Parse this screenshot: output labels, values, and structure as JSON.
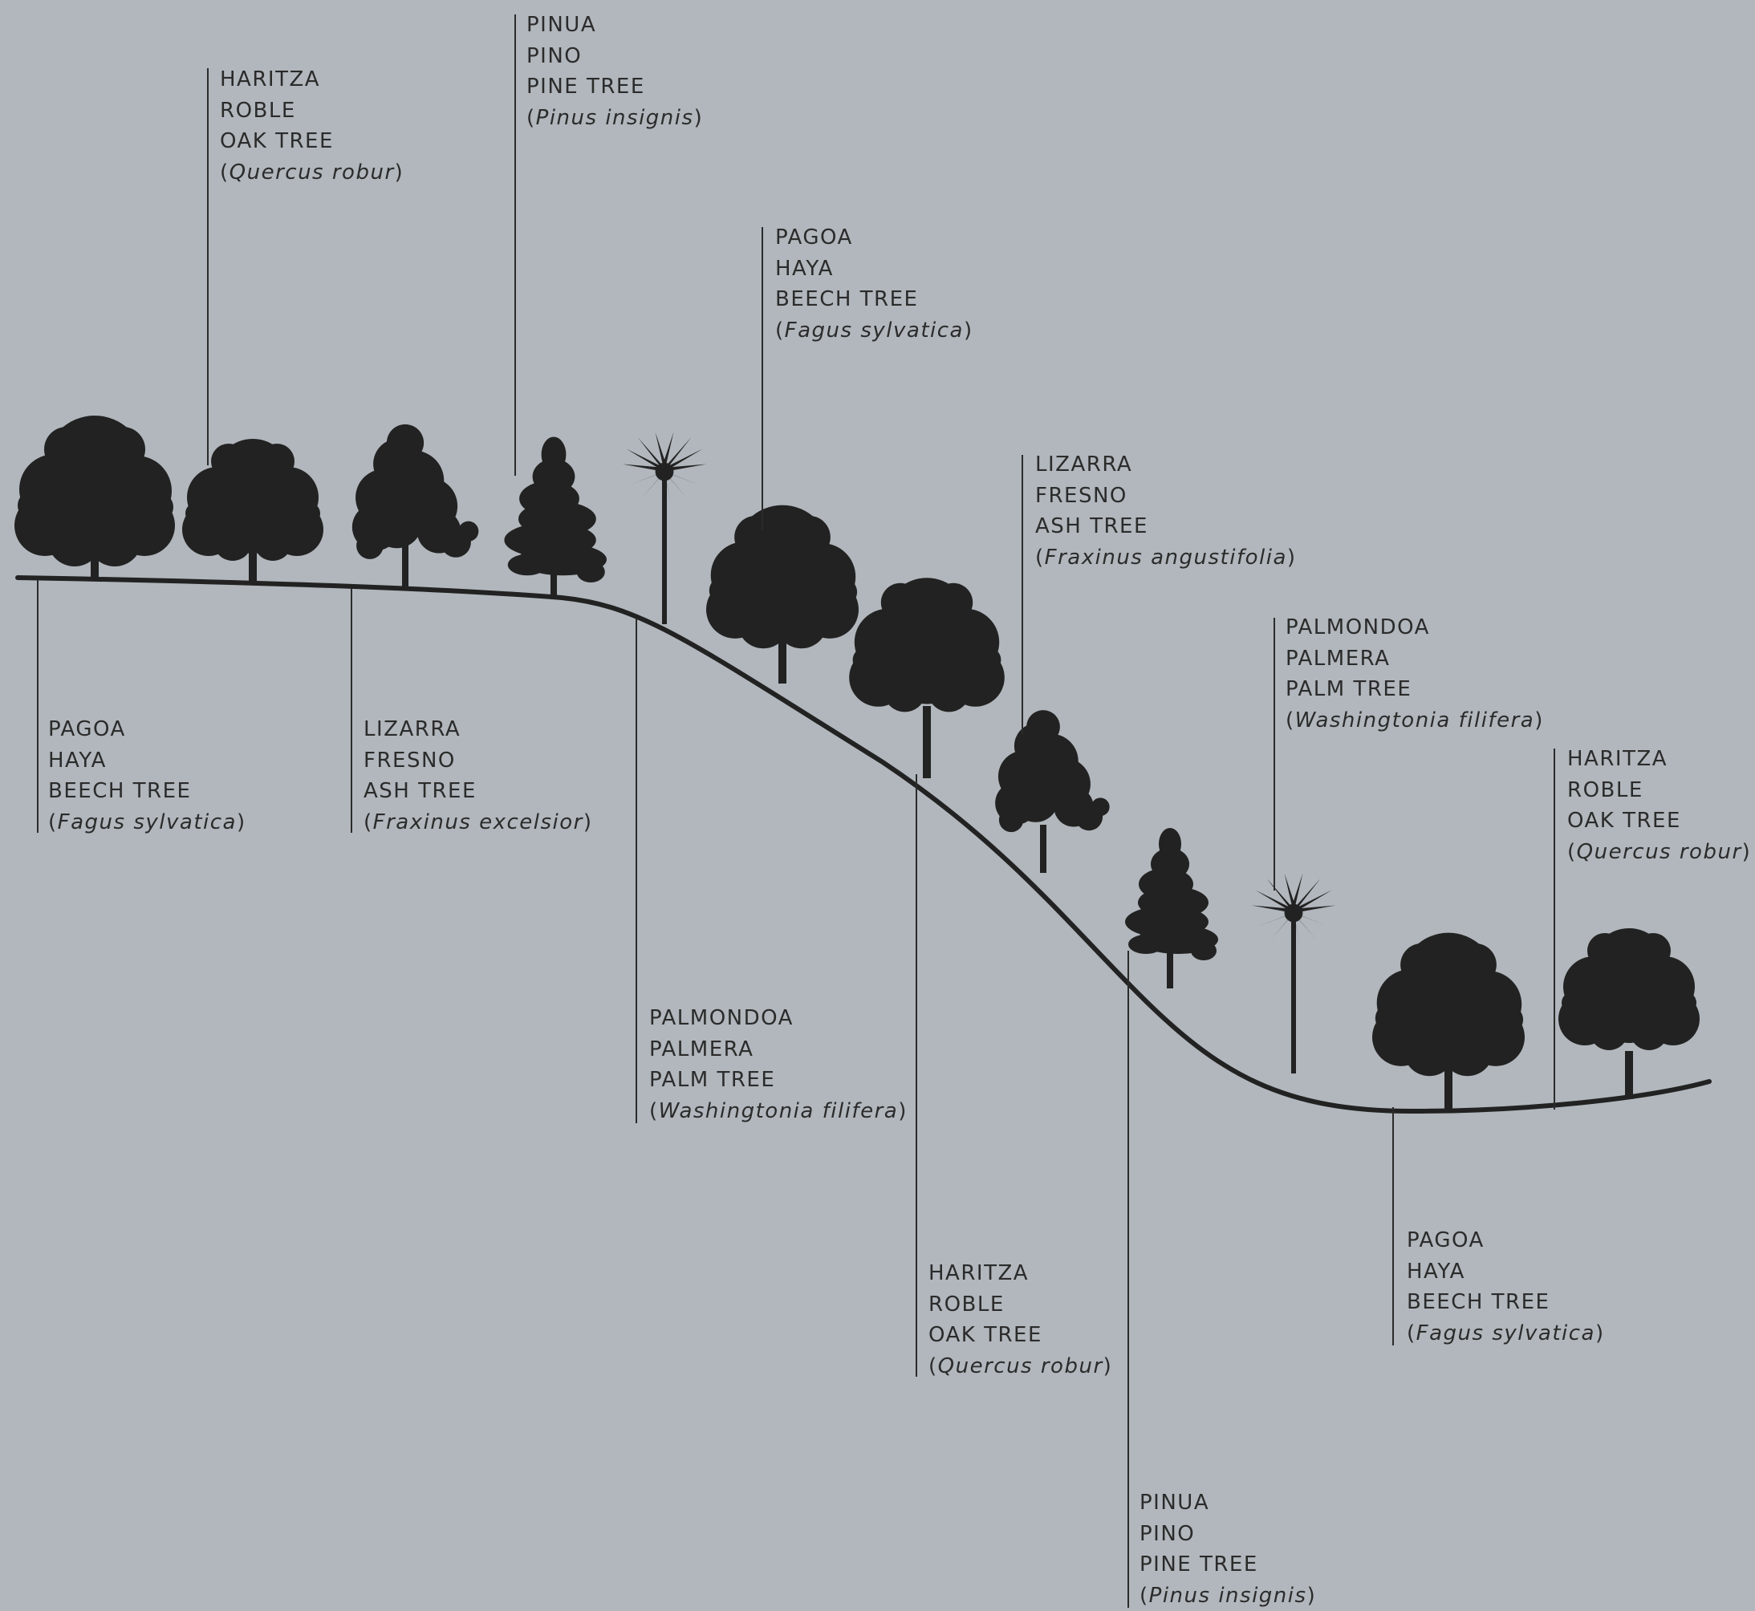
{
  "colors": {
    "background": "#b1b7bc",
    "ink": "#222222",
    "text": "#2b2b2b"
  },
  "labels": {
    "top_oak": {
      "basque": "HARITZA",
      "spanish": "ROBLE",
      "english": "OAK TREE",
      "latin": "Quercus robur"
    },
    "top_pine": {
      "basque": "PINUA",
      "spanish": "PINO",
      "english": "PINE TREE",
      "latin": "Pinus insignis"
    },
    "top_beech": {
      "basque": "PAGOA",
      "spanish": "HAYA",
      "english": "BEECH TREE",
      "latin": "Fagus sylvatica"
    },
    "top_ash": {
      "basque": "LIZARRA",
      "spanish": "FRESNO",
      "english": "ASH TREE",
      "latin": "Fraxinus angustifolia"
    },
    "top_palm": {
      "basque": "PALMONDOA",
      "spanish": "PALMERA",
      "english": "PALM TREE",
      "latin": "Washingtonia filifera"
    },
    "top_oak_2": {
      "basque": "HARITZA",
      "spanish": "ROBLE",
      "english": "OAK TREE",
      "latin": "Quercus robur"
    },
    "bottom_beech": {
      "basque": "PAGOA",
      "spanish": "HAYA",
      "english": "BEECH TREE",
      "latin": "Fagus sylvatica"
    },
    "bottom_ash": {
      "basque": "LIZARRA",
      "spanish": "FRESNO",
      "english": "ASH TREE",
      "latin": "Fraxinus excelsior"
    },
    "bottom_palm": {
      "basque": "PALMONDOA",
      "spanish": "PALMERA",
      "english": "PALM TREE",
      "latin": "Washingtonia filifera"
    },
    "bottom_oak": {
      "basque": "HARITZA",
      "spanish": "ROBLE",
      "english": "OAK TREE",
      "latin": "Quercus robur"
    },
    "bottom_pine": {
      "basque": "PINUA",
      "spanish": "PINO",
      "english": "PINE TREE",
      "latin": "Pinus insignis"
    },
    "bottom_beech_2": {
      "basque": "PAGOA",
      "spanish": "HAYA",
      "english": "BEECH TREE",
      "latin": "Fagus sylvatica"
    }
  },
  "trees": [
    {
      "kind": "beech-icon"
    },
    {
      "kind": "oak-icon"
    },
    {
      "kind": "ash-icon"
    },
    {
      "kind": "pine-icon"
    },
    {
      "kind": "palm-icon"
    },
    {
      "kind": "beech-icon"
    },
    {
      "kind": "oak-icon"
    },
    {
      "kind": "ash-icon"
    },
    {
      "kind": "pine-icon"
    },
    {
      "kind": "palm-icon"
    },
    {
      "kind": "beech-icon"
    },
    {
      "kind": "oak-icon"
    }
  ]
}
